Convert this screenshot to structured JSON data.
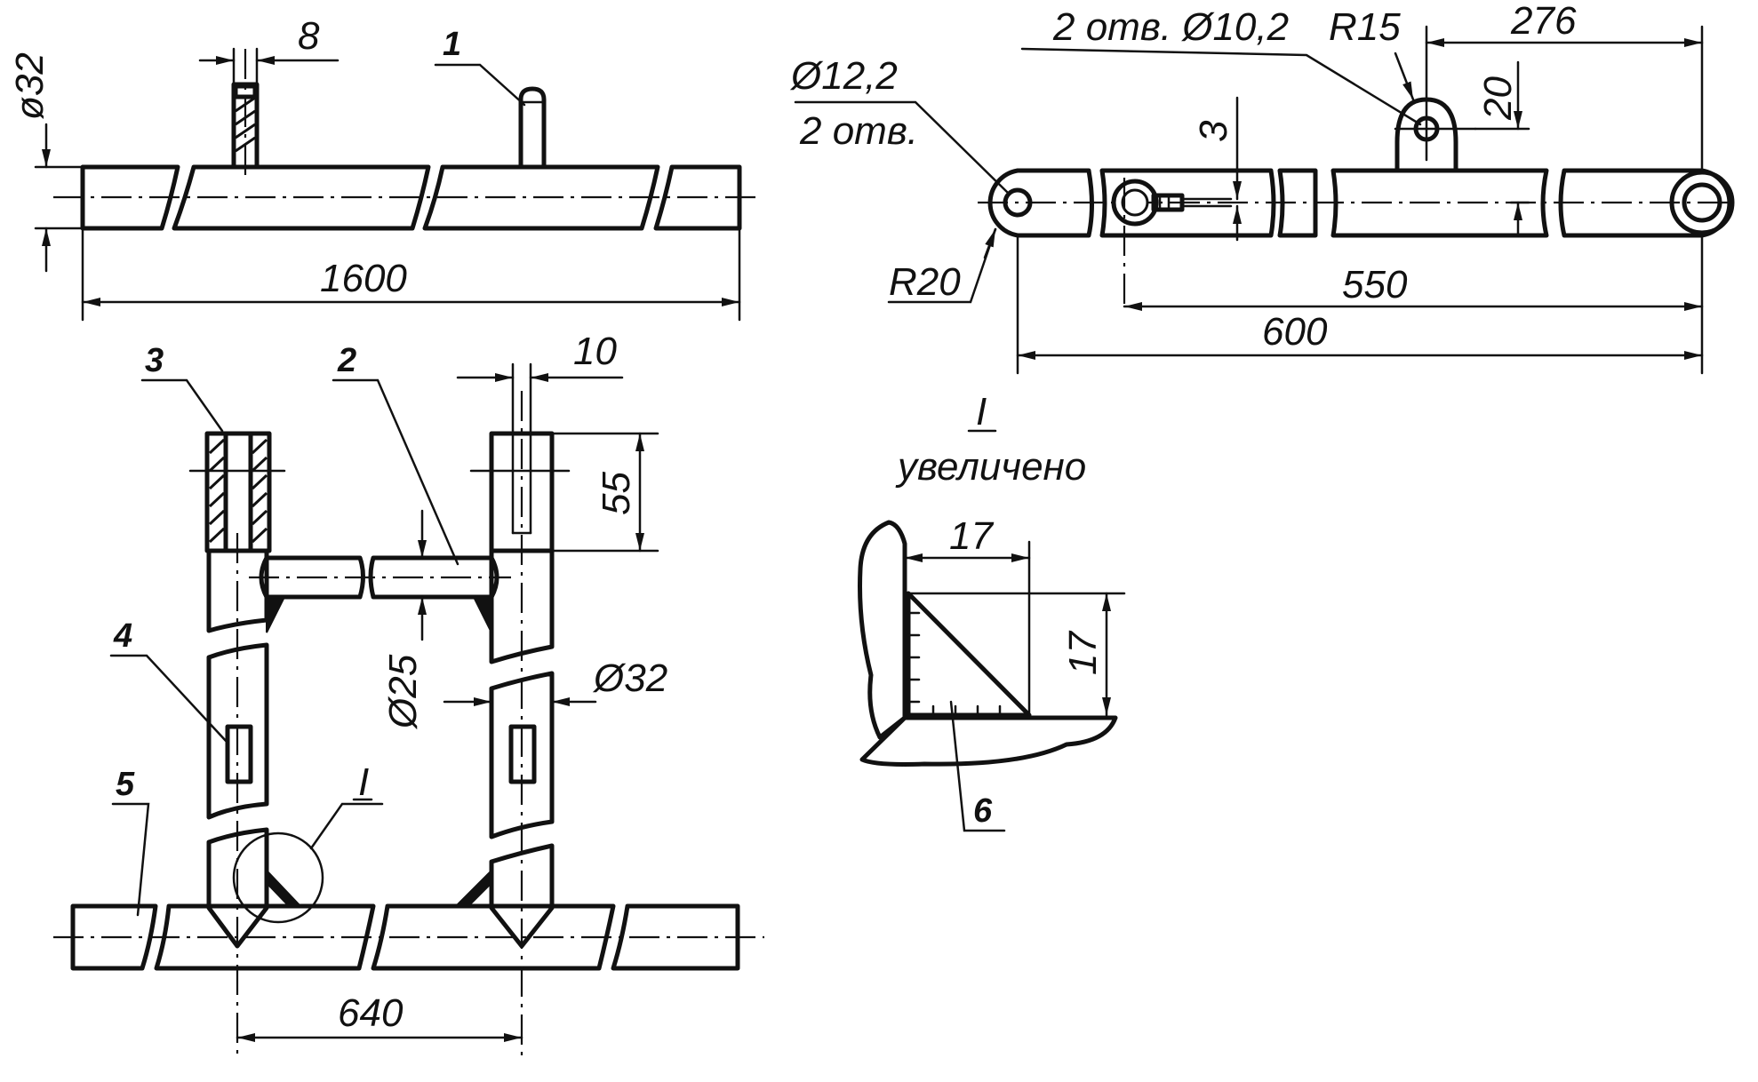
{
  "top_left_view": {
    "dim_dia": "ø32",
    "dim_pin": "8",
    "callout_1": "1",
    "dim_length": "1600"
  },
  "top_right_view": {
    "dim_hole_big": "Ø12,2",
    "dim_hole_big_count": "2 отв.",
    "dim_hole_small": "2 отв.  Ø10,2",
    "dim_r15": "R15",
    "dim_276": "276",
    "dim_20": "20",
    "dim_3": "3",
    "dim_r20": "R20",
    "dim_550": "550",
    "dim_600": "600"
  },
  "bottom_view": {
    "callout_3": "3",
    "callout_2": "2",
    "dim_slot": "10",
    "dim_55": "55",
    "dim_d25": "Ø25",
    "dim_d32": "Ø32",
    "callout_4": "4",
    "callout_5": "5",
    "callout_I": "I",
    "dim_640": "640"
  },
  "detail_view": {
    "title": "I",
    "subtitle": "увеличено",
    "dim_h": "17",
    "dim_v": "17",
    "callout_6": "6"
  }
}
